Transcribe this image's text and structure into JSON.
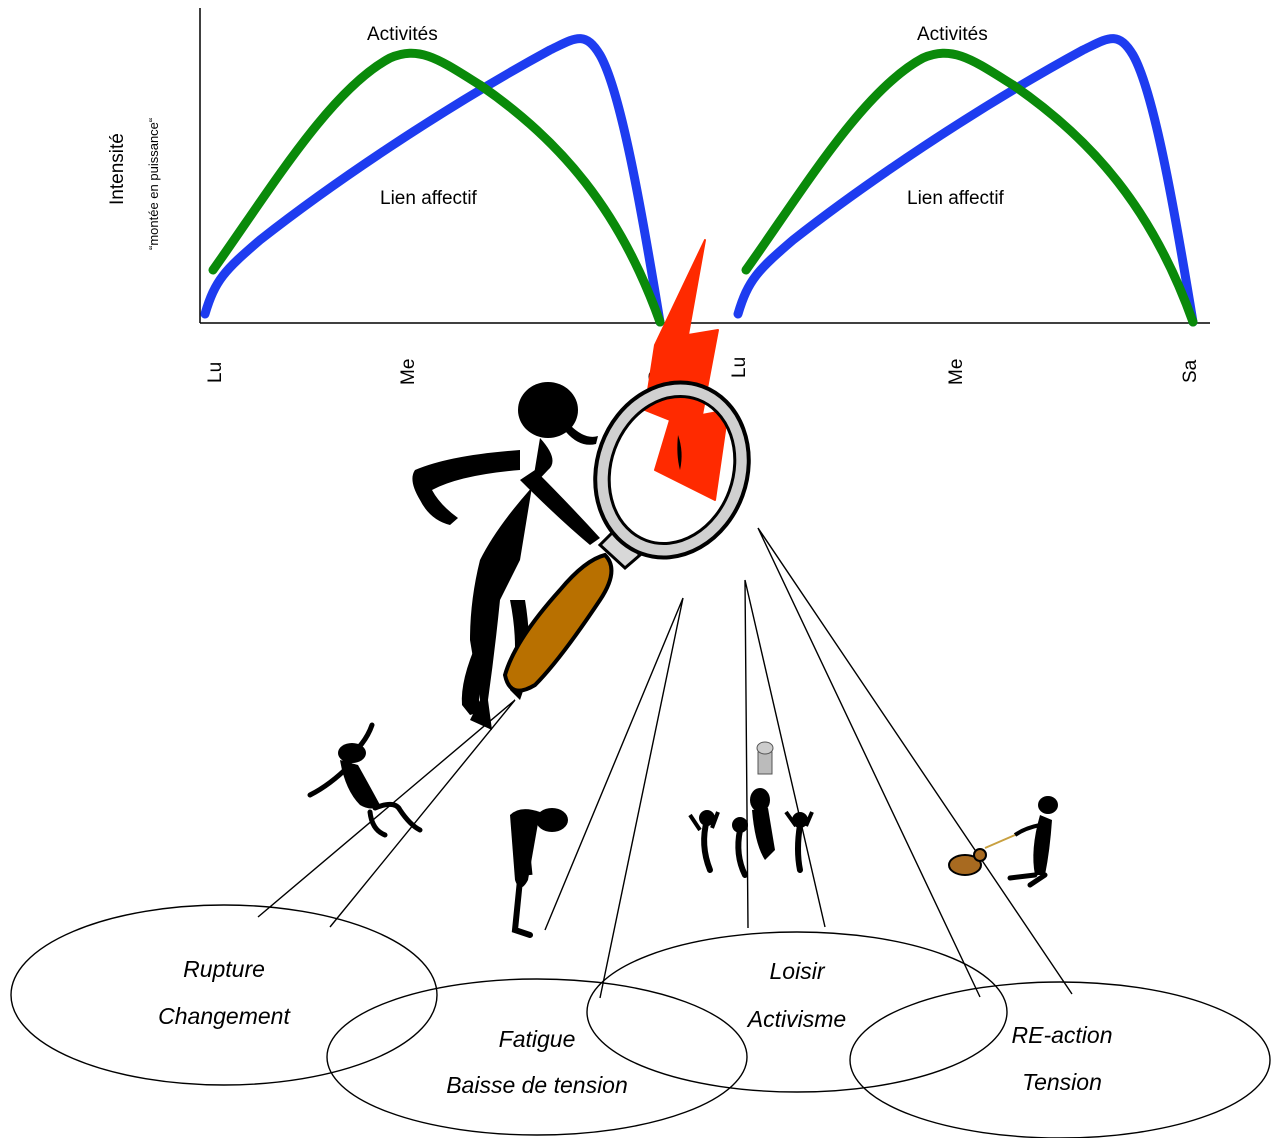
{
  "chart": {
    "y_label": "Intensité",
    "y_sublabel": "“montée en puissance“",
    "x_ticks_left": [
      "Lu",
      "Me",
      "Sa"
    ],
    "x_ticks_right": [
      "Lu",
      "Me",
      "Sa"
    ],
    "curve_activities_label": "Activités",
    "curve_bond_label": "Lien affectif",
    "colors": {
      "activities": "#0a8a0a",
      "bond": "#1e3cf0",
      "lightning": "#ff2a00",
      "handle": "#b87000"
    }
  },
  "bubbles": [
    {
      "line1": "Rupture",
      "line2": "Changement"
    },
    {
      "line1": "Fatigue",
      "line2": "Baisse de tension"
    },
    {
      "line1": "Loisir",
      "line2": "Activisme"
    },
    {
      "line1": "RE-action",
      "line2": "Tension"
    }
  ]
}
